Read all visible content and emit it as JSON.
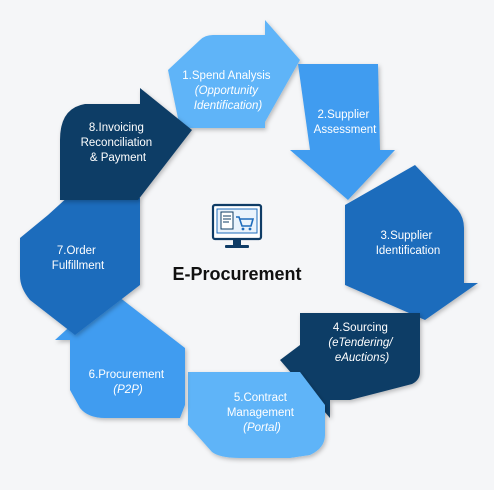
{
  "title": "E-Procurement",
  "icon": "computer-cart-icon",
  "colors": {
    "background": "#f5f6f8",
    "dark_navy": "#0f3c66",
    "medium_blue": "#1f6cbc",
    "light_blue": "#3f9cf0",
    "sky_blue": "#5fb4f8",
    "text_light": "#ffffff",
    "text_dark": "#111111"
  },
  "steps": [
    {
      "lines": [
        "1.Spend Analysis"
      ],
      "sub": [
        "(Opportunity",
        "Identification)"
      ]
    },
    {
      "lines": [
        "2.Supplier",
        "Assessment"
      ],
      "sub": []
    },
    {
      "lines": [
        "3.Supplier",
        "Identification"
      ],
      "sub": []
    },
    {
      "lines": [
        "4.Sourcing"
      ],
      "sub": [
        "(eTendering/",
        "eAuctions)"
      ]
    },
    {
      "lines": [
        "5.Contract",
        "Management"
      ],
      "sub": [
        "(Portal)"
      ]
    },
    {
      "lines": [
        "6.Procurement"
      ],
      "sub": [
        "(P2P)"
      ]
    },
    {
      "lines": [
        "7.Order",
        "Fulfillment"
      ],
      "sub": []
    },
    {
      "lines": [
        "8.Invoicing",
        "Reconciliation",
        "& Payment"
      ],
      "sub": []
    }
  ]
}
